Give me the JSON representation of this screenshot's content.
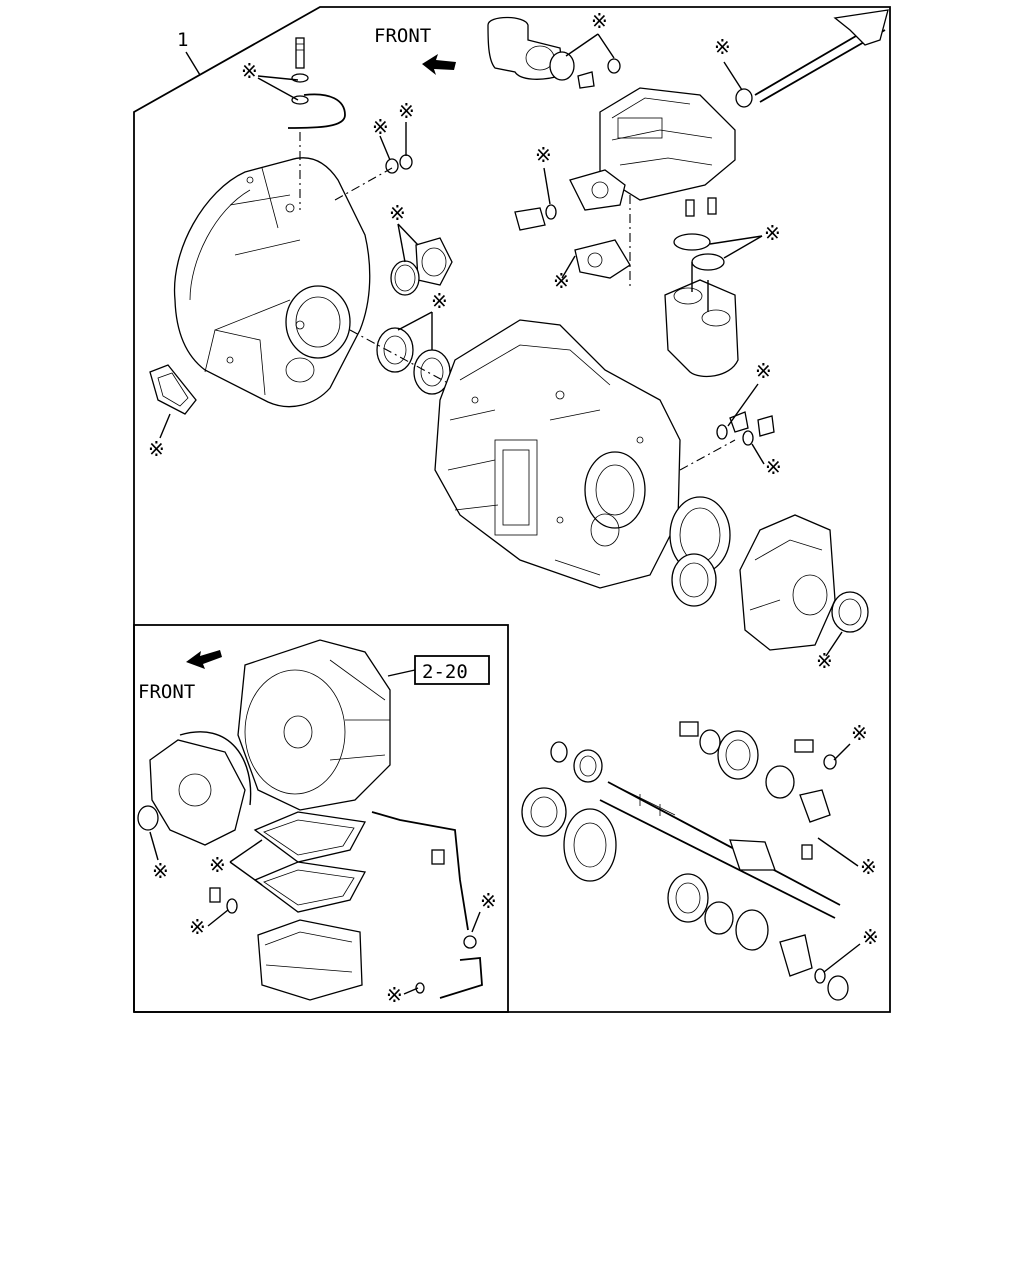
{
  "diagram": {
    "callout_number": "1",
    "front_label_top": "FRONT",
    "front_label_inset": "FRONT",
    "reference_box": "2-20",
    "mark_symbol": "※"
  }
}
